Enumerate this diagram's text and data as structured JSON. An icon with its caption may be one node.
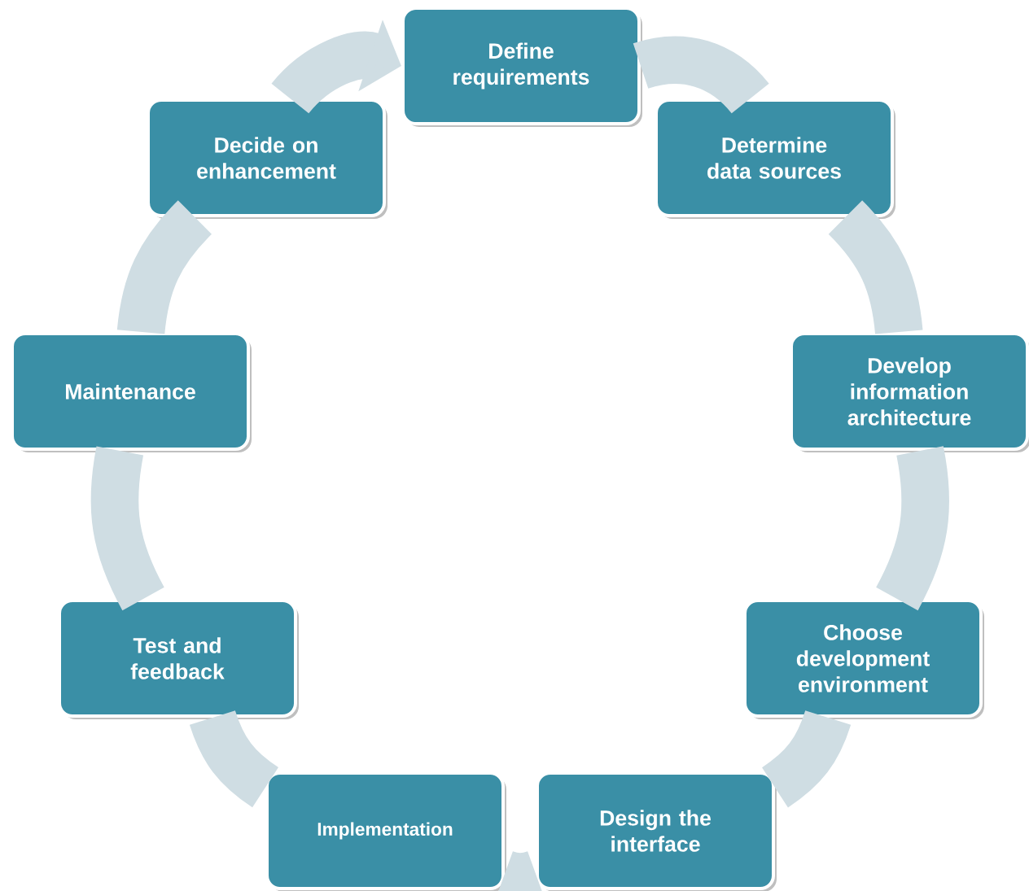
{
  "diagram": {
    "nodes": [
      {
        "text": [
          "Define requirements"
        ]
      },
      {
        "text": [
          "Determine data sources"
        ]
      },
      {
        "text": [
          "Develop information architecture"
        ]
      },
      {
        "text": [
          "Choose development environment"
        ]
      },
      {
        "text": [
          "Design the interface"
        ]
      },
      {
        "text": [
          "Implementation"
        ]
      },
      {
        "text": [
          "Test and feedback"
        ]
      },
      {
        "text": [
          "Maintenance"
        ]
      },
      {
        "text": [
          "Decide on enhancement"
        ]
      }
    ],
    "edges": [
      {
        "from": 0,
        "to": 1,
        "arrow": "none"
      },
      {
        "from": 1,
        "to": 2,
        "arrow": "none"
      },
      {
        "from": 2,
        "to": 3,
        "arrow": "none"
      },
      {
        "from": 3,
        "to": 4,
        "arrow": "none"
      },
      {
        "from": 4,
        "to": 5,
        "arrow": "none"
      },
      {
        "from": 5,
        "to": 6,
        "arrow": "none"
      },
      {
        "from": 6,
        "to": 7,
        "arrow": "none"
      },
      {
        "from": 7,
        "to": 8,
        "arrow": "none"
      },
      {
        "from": 8,
        "to": 0,
        "arrow": "to"
      }
    ]
  }
}
